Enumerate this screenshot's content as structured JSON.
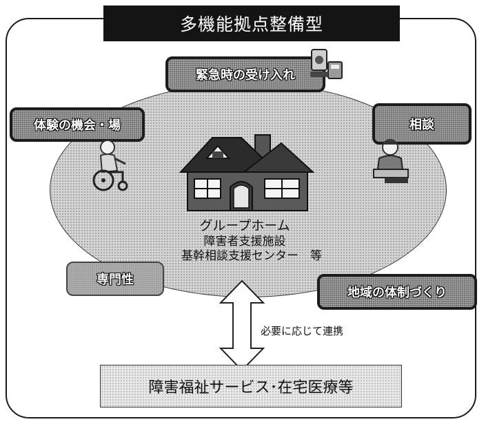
{
  "banner": {
    "title": "多機能拠点整備型"
  },
  "functions": {
    "emergency": "緊急時の受け入れ",
    "experience": "体験の機会・場",
    "consultation": "相談",
    "specialist": "専門性",
    "regional": "地域の体制づくり"
  },
  "center": {
    "line1": "グループホーム",
    "line2": "障害者支援施設",
    "line3": "基幹相談支援センター　等"
  },
  "arrow": {
    "label": "必要に応じて連携"
  },
  "bottom": {
    "label": "障害福祉サービス･在宅医療等"
  },
  "colors": {
    "banner_bg": "#141414",
    "pill_dark": "#6e6e6e",
    "oval_fill": "#d4d4d4"
  },
  "icons": [
    "house-icon",
    "wheelchair-person-icon",
    "counselor-icon",
    "phone-icon",
    "double-arrow-icon"
  ]
}
